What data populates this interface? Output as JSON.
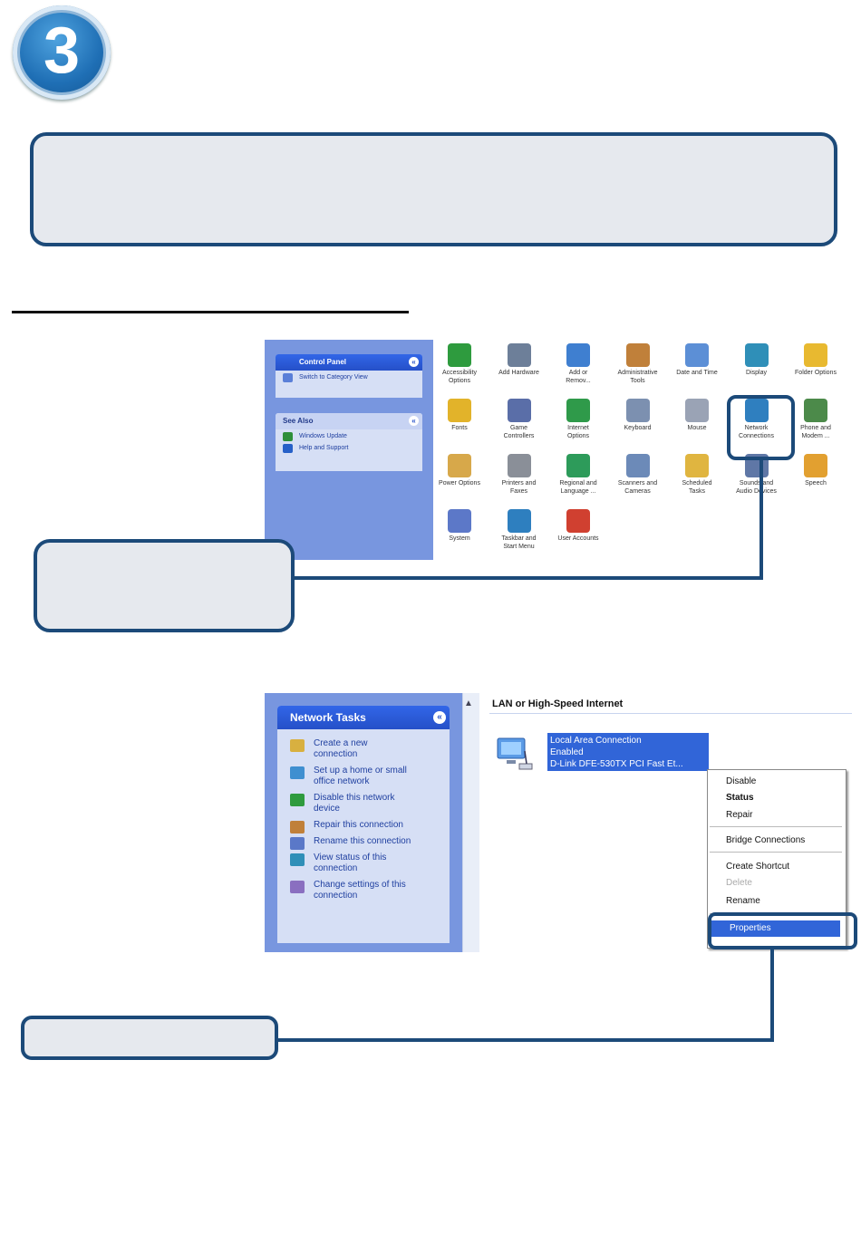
{
  "step": {
    "number": "3"
  },
  "control_panel": {
    "pane_title": "Control Panel",
    "switch_view_link": "Switch to Category View",
    "see_also_title": "See Also",
    "see_also_links": [
      "Windows Update",
      "Help and Support"
    ],
    "icons": [
      [
        "Accessibility",
        "Options"
      ],
      [
        "Add Hardware"
      ],
      [
        "Add or",
        "Remov..."
      ],
      [
        "Administrative",
        "Tools"
      ],
      [
        "Date and Time"
      ],
      [
        "Display"
      ],
      [
        "Folder Options"
      ],
      [
        "Fonts"
      ],
      [
        "Game",
        "Controllers"
      ],
      [
        "Internet",
        "Options"
      ],
      [
        "Keyboard"
      ],
      [
        "Mouse"
      ],
      [
        "Network",
        "Connections"
      ],
      [
        "Phone and",
        "Modem ..."
      ],
      [
        "Power Options"
      ],
      [
        "Printers and",
        "Faxes"
      ],
      [
        "Regional and",
        "Language ..."
      ],
      [
        "Scanners and",
        "Cameras"
      ],
      [
        "Scheduled",
        "Tasks"
      ],
      [
        "Sounds and",
        "Audio Devices"
      ],
      [
        "Speech"
      ],
      [
        "System"
      ],
      [
        "Taskbar and",
        "Start Menu"
      ],
      [
        "User Accounts"
      ]
    ]
  },
  "network_connections": {
    "tasks_title": "Network Tasks",
    "tasks": [
      [
        "Create a new",
        "connection"
      ],
      [
        "Set up a home or small",
        "office network"
      ],
      [
        "Disable this network",
        "device"
      ],
      [
        "Repair this connection"
      ],
      [
        "Rename this connection"
      ],
      [
        "View status of this",
        "connection"
      ],
      [
        "Change settings of this",
        "connection"
      ]
    ],
    "group_title": "LAN or High-Speed Internet",
    "connection_lines": [
      "Local Area Connection",
      "Enabled",
      "D-Link DFE-530TX PCI Fast Et..."
    ],
    "context_menu": {
      "disable": "Disable",
      "status": "Status",
      "repair": "Repair",
      "bridge": "Bridge Connections",
      "shortcut": "Create Shortcut",
      "delete": "Delete",
      "rename": "Rename",
      "properties": "Properties"
    }
  },
  "colors": {
    "callout_border": "#1c4a79",
    "callout_fill": "#e6e9ee",
    "xp_blue": "#3165d8",
    "pane_blue": "#7896df"
  }
}
